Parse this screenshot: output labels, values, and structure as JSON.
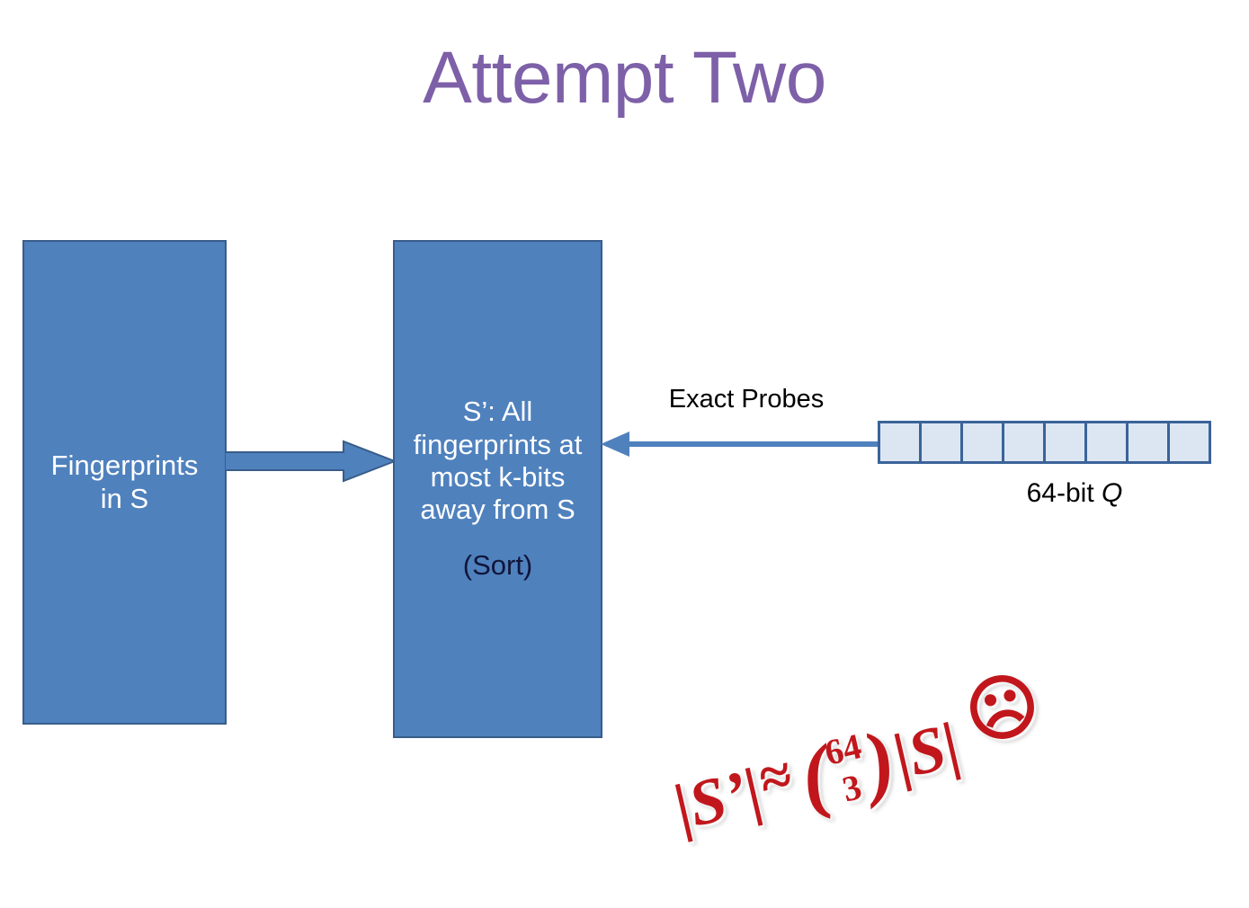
{
  "slide": {
    "title": "Attempt Two",
    "title_color": "#7d60a8",
    "background": "#ffffff"
  },
  "palette": {
    "box_fill": "#4f81bd",
    "box_border": "#385d8a",
    "arrow_blue": "#4f81bd",
    "cell_fill": "#dce6f2",
    "cell_border": "#3a6399",
    "formula_red": "#c1171c",
    "dark_text": "#10153a"
  },
  "boxes": [
    {
      "id": "fingerprints-in-s",
      "text": "Fingerprints\nin S",
      "text_color": "#ffffff"
    },
    {
      "id": "s-prime",
      "text": "S’: All fingerprints at  most k-bits away from S",
      "subtext": "(Sort)",
      "text_color": "#ffffff",
      "subtext_color": "#10153a"
    }
  ],
  "arrows": {
    "build": {
      "name": "build-arrow",
      "direction": "right"
    },
    "probe": {
      "name": "probe-arrow",
      "direction": "left",
      "label": "Exact Probes"
    }
  },
  "query": {
    "label_prefix": "64-bit ",
    "label_italic": "Q",
    "cell_count": 8
  },
  "formula": {
    "lhs": "|S’|",
    "approx": "≈",
    "paren_open": "(",
    "binom_top": "64",
    "binom_bottom": "3",
    "paren_close": ")",
    "rhs": "|S|",
    "emoji": "☹",
    "plain_text": "|S’| ≈ (64 choose 3) |S| ☹"
  }
}
